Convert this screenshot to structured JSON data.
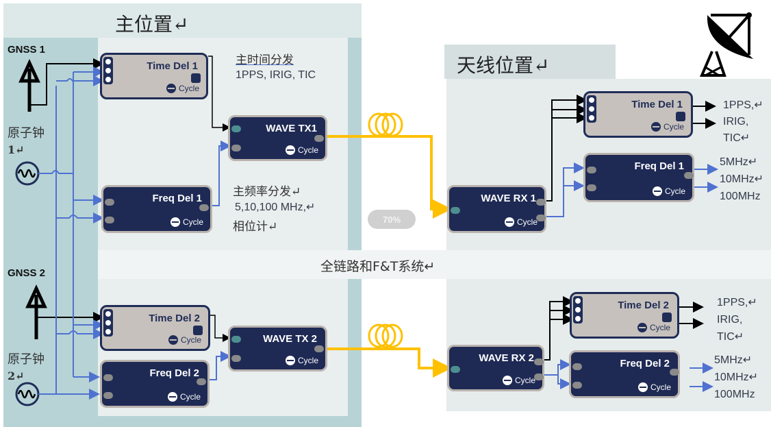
{
  "main_site": {
    "title": "主位置↵"
  },
  "antenna_site": {
    "title": "天线位置↵"
  },
  "system_label": "全链路和F&T系统↵",
  "zoom_badge": "70%",
  "sources": {
    "gnss1": "GNSS 1",
    "gnss2": "GNSS 2",
    "clock1_line1": "原子钟",
    "clock1_line2": "1↵",
    "clock2_line1": "原子钟",
    "clock2_line2": "2↵"
  },
  "annotations": {
    "main_time_title": "主时间分发",
    "main_time_sub": "1PPS, IRIG, TIC",
    "main_freq_title": "主频率分发↵",
    "main_freq_sub": "5,10,100 MHz,↵",
    "main_freq_sub2": "相位计↵"
  },
  "nodes": {
    "time_del_1": {
      "label": "Time Del 1",
      "brand": "Cycle"
    },
    "freq_del_1": {
      "label": "Freq Del 1",
      "brand": "Cycle"
    },
    "wave_tx1": {
      "label": "WAVE TX1",
      "brand": "Cycle"
    },
    "time_del_2": {
      "label": "Time Del 2",
      "brand": "Cycle"
    },
    "freq_del_2": {
      "label": "Freq Del 2",
      "brand": "Cycle"
    },
    "wave_tx2": {
      "label": "WAVE TX 2",
      "brand": "Cycle"
    },
    "wave_rx1": {
      "label": "WAVE RX 1",
      "brand": "Cycle"
    },
    "rx_time_del_1": {
      "label": "Time Del 1",
      "brand": "Cycle"
    },
    "rx_freq_del_1": {
      "label": "Freq Del 1",
      "brand": "Cycle"
    },
    "wave_rx2": {
      "label": "WAVE RX  2",
      "brand": "Cycle"
    },
    "rx_time_del_2": {
      "label": "Time Del 2",
      "brand": "Cycle"
    },
    "rx_freq_del_2": {
      "label": "Freq Del 2",
      "brand": "Cycle"
    }
  },
  "outputs": {
    "time1": [
      "1PPS,↵",
      "IRIG,",
      "TIC↵"
    ],
    "freq1": [
      "5MHz↵",
      "10MHz↵",
      "100MHz"
    ],
    "time2": [
      "1PPS,↵",
      "IRIG,",
      "TIC↵"
    ],
    "freq2": [
      "5MHz↵",
      "10MHz↵",
      "100MHz"
    ]
  },
  "colors": {
    "node_dark": "#1e2a54",
    "node_gray": "#c7c1bd",
    "wire_time": "#000000",
    "wire_freq": "#4f72d0",
    "fiber": "#ffc000",
    "site_bg": "#e6ecec",
    "teal_band": "#b7d3d6"
  }
}
